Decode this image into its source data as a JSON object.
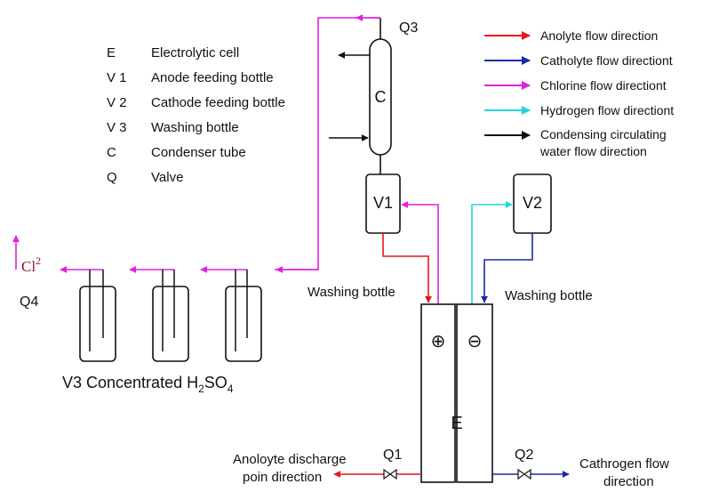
{
  "colors": {
    "anolyte": "#e8151b",
    "catholyte": "#1c2aa8",
    "chlorine": "#e21fe0",
    "hydrogen": "#22d3e0",
    "water": "#111111",
    "outline": "#111111"
  },
  "legend_left": [
    {
      "symbol": "E",
      "label": "Electrolytic cell"
    },
    {
      "symbol": "V 1",
      "label": "Anode feeding bottle"
    },
    {
      "symbol": "V 2",
      "label": "Cathode feeding bottle"
    },
    {
      "symbol": "V 3",
      "label": "Washing bottle"
    },
    {
      "symbol": "C",
      "label": "Condenser tube"
    },
    {
      "symbol": "Q",
      "label": "Valve"
    }
  ],
  "legend_right": [
    {
      "color": "anolyte",
      "lines": [
        "Anolyte flow direction"
      ]
    },
    {
      "color": "catholyte",
      "lines": [
        "Catholyte flow directiont"
      ]
    },
    {
      "color": "chlorine",
      "lines": [
        "Chlorine flow directiont"
      ]
    },
    {
      "color": "hydrogen",
      "lines": [
        "Hydrogen flow directiont"
      ]
    },
    {
      "color": "water",
      "lines": [
        "Condensing circulating",
        "water flow direction"
      ]
    }
  ],
  "labels": {
    "q3": "Q3",
    "q4": "Q4",
    "q1": "Q1",
    "q2": "Q2",
    "condenser": "C",
    "v1": "V1",
    "v2": "V2",
    "cell": "E",
    "washing_bottle_left": "Washing bottle",
    "washing_bottle_right": "Washing bottle",
    "v3_caption_prefix": "V3 Concentrated H",
    "v3_sub_1": "2",
    "v3_mid": "SO",
    "v3_sub_2": "4",
    "cl2_base": "Cl",
    "cl2_sup": "2",
    "anode_symbol": "⊕",
    "cathode_symbol": "⊖",
    "anolyte_discharge": [
      "Anoloyte discharge",
      "poin direction"
    ],
    "cathrogen_flow": [
      "Cathrogen flow",
      "direction"
    ]
  }
}
